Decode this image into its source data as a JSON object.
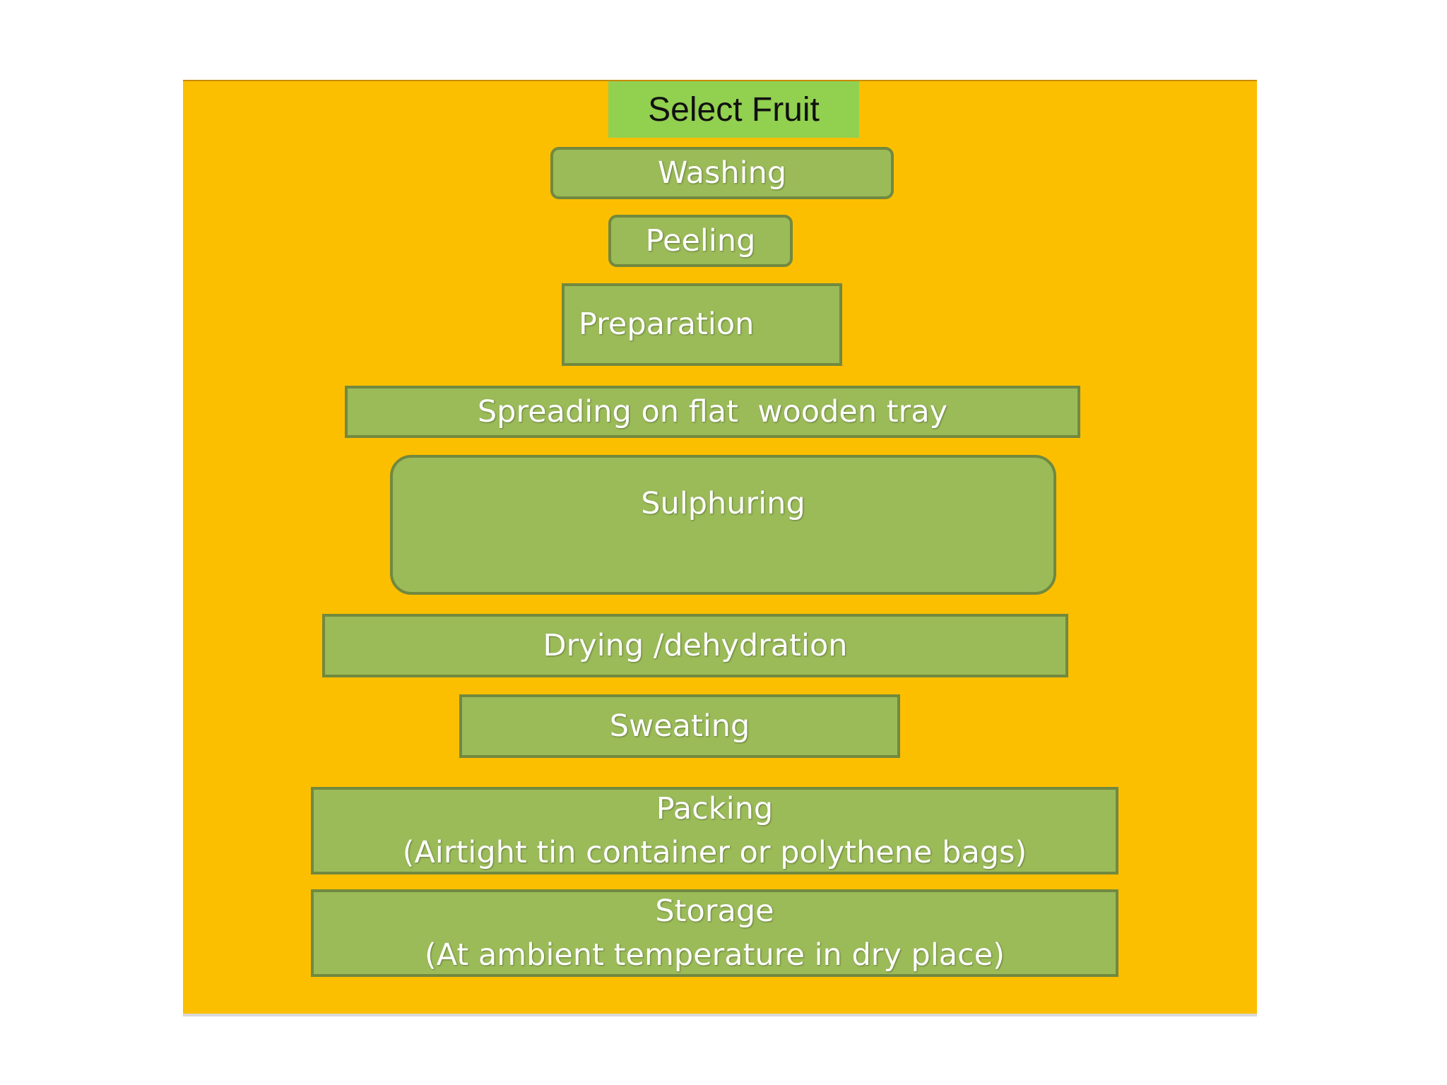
{
  "title": "Select Fruit",
  "steps": [
    {
      "label": "Washing"
    },
    {
      "label": "Peeling"
    },
    {
      "label": "Preparation"
    },
    {
      "label": "Spreading on flat  wooden tray"
    },
    {
      "label": "Sulphuring"
    },
    {
      "label": "Drying /dehydration"
    },
    {
      "label": "Sweating"
    },
    {
      "label": "Packing",
      "detail": "(Airtight tin container or polythene bags)"
    },
    {
      "label": "Storage",
      "detail": "(At ambient temperature in dry place)"
    }
  ],
  "colors": {
    "background": "#fcbf00",
    "title_fill": "#92d050",
    "box_fill": "#9bbb59",
    "box_border": "#71893f",
    "box_text": "#ffffff"
  }
}
